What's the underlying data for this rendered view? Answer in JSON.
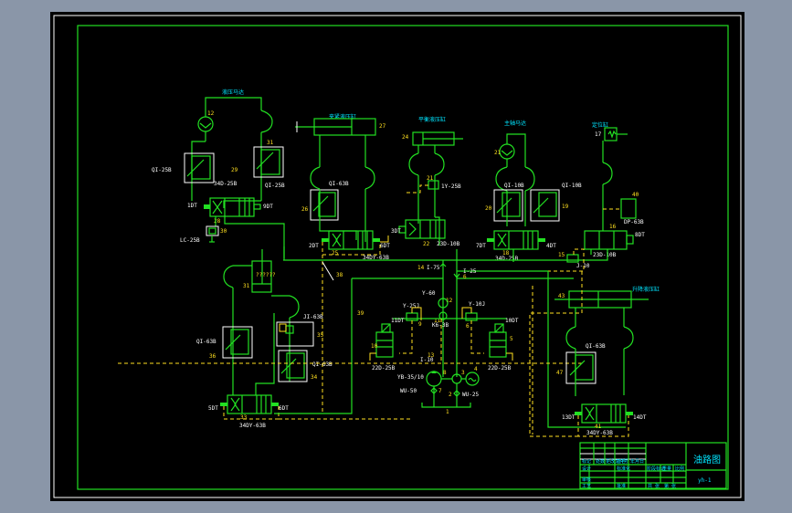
{
  "drawing": {
    "title": "油路图",
    "drawing_number": "yh-1",
    "colors": {
      "background": "#000000",
      "frame": "#22e022",
      "outer_frame": "#ffffff",
      "lines": "#22e022",
      "pilot_lines": "#ffe020",
      "labels": "#ffffff",
      "numbers": "#ffe020",
      "annotations": "#00e5ff",
      "viewport": "#8a96a8"
    }
  },
  "components": {
    "motor_left": {
      "num": "12",
      "caption": "液压马达"
    },
    "throttle_left_a": {
      "num": "29",
      "model": "QI-25B"
    },
    "throttle_left_b": {
      "num": "31",
      "model": "QI-25B"
    },
    "valve_left_top": {
      "num": "28",
      "model": "34D-25B",
      "sol_a": "1DT",
      "sol_b": "9DT"
    },
    "filter_left": {
      "num": "30",
      "model": "LC-25B"
    },
    "cylinder_top1": {
      "num": "27",
      "caption": "夹紧液压缸"
    },
    "throttle_top1": {
      "num": "26",
      "model": "QI-63B"
    },
    "valve_top1": {
      "num": "25",
      "model": "34DY-63B",
      "sol_a": "2DT",
      "sol_b": "6DT"
    },
    "cylinder_top2": {
      "num": "24",
      "caption": "平衡液压缸"
    },
    "check_top2": {
      "num": "21",
      "model": "1Y-25B"
    },
    "valve_top2": {
      "num": "22",
      "model": "23D-10B",
      "sol_a": "3DT"
    },
    "motor_right": {
      "num": "21",
      "caption": "主轴马达"
    },
    "throttle_right_a": {
      "num": "20",
      "model": "QI-10B"
    },
    "throttle_right_b": {
      "num": "19",
      "model": "QI-10B"
    },
    "valve_right": {
      "num": "18",
      "model": "34D-25B",
      "sol_a": "7DT",
      "sol_b": "4DT"
    },
    "cylinder_far_right": {
      "num": "17",
      "caption": "定位缸"
    },
    "pressure_switch": {
      "num": "40",
      "model": "DP-63B"
    },
    "valve_far_right": {
      "num": "16",
      "model": "23D-10B",
      "sol_b": "8DT"
    },
    "relief_small": {
      "num": "15",
      "model": "J-10"
    },
    "cylinder_left_bottom": {
      "num": "31",
      "caption": "??????"
    },
    "throttle_lb_a": {
      "num": "36",
      "model": "QI-63B"
    },
    "relief_lb": {
      "num": "35",
      "model": "JI-63B"
    },
    "throttle_lb_b": {
      "num": "34",
      "model": "QI-63B"
    },
    "valve_left_bottom": {
      "num": "33",
      "model": "34DY-63B",
      "sol_a": "5DT",
      "sol_b": "6DT"
    },
    "check_main": {
      "num": "14",
      "model": "I-75"
    },
    "check_main2": {
      "num": "6",
      "model": "I-25"
    },
    "gauge": {
      "num": "12",
      "model": "Y-60"
    },
    "gauge_switch": {
      "num": "11",
      "model": "K6-3B"
    },
    "relief_left": {
      "num": "9",
      "model": "Y-25J"
    },
    "relief_right": {
      "num": "6",
      "model": "Y-10J"
    },
    "valve_relief_left": {
      "num": "10",
      "model": "22D-25B",
      "sol": "11DT"
    },
    "valve_relief_right": {
      "num": "5",
      "model": "22D-25B",
      "sol": "10DT"
    },
    "check_pump": {
      "num": "13",
      "model": "I-10"
    },
    "pump_big": {
      "num": "8",
      "model": "YB-35/10"
    },
    "pump_small": {
      "num": "3"
    },
    "electric_motor": {
      "num": "4"
    },
    "filter_big": {
      "num": "7",
      "model": "WU-50"
    },
    "filter_small": {
      "num": "2",
      "model": "WU-25"
    },
    "tank": {
      "num": "1"
    },
    "pipe_label_a": {
      "num": "38"
    },
    "pipe_label_b": {
      "num": "39"
    },
    "cylinder_br": {
      "num": "43",
      "caption": "升降液压缸"
    },
    "throttle_br": {
      "num": "47",
      "model": "QI-63B"
    },
    "valve_br": {
      "num": "41",
      "model": "34DY-63B",
      "sol_a": "13DT",
      "sol_b": "14DT"
    }
  },
  "title_block": {
    "title": "油路图",
    "drawing_number": "yh-1",
    "row_labels": [
      "标记",
      "处数",
      "分区",
      "更改文件号",
      "签名",
      "年月日"
    ],
    "labels": [
      "设计",
      "标准化",
      "阶段标记",
      "重量",
      "比例",
      "审核",
      "工艺",
      "批准",
      "共 张",
      "第 张"
    ]
  }
}
